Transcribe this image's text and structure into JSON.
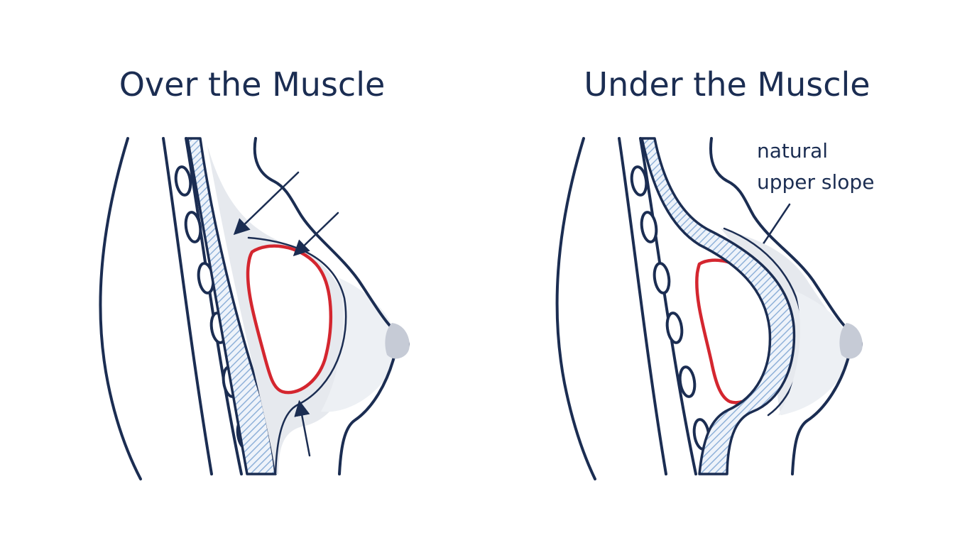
{
  "panels": [
    {
      "title": "Over the Muscle"
    },
    {
      "title": "Under the Muscle",
      "annotation": [
        "natural",
        "upper slope"
      ]
    }
  ],
  "colors": {
    "outline": "#1b2d52",
    "implant": "#d4262f",
    "muscle_hatch": "#8fb1d9",
    "soft_tissue": "#e6e9ee",
    "background": "#ffffff"
  }
}
